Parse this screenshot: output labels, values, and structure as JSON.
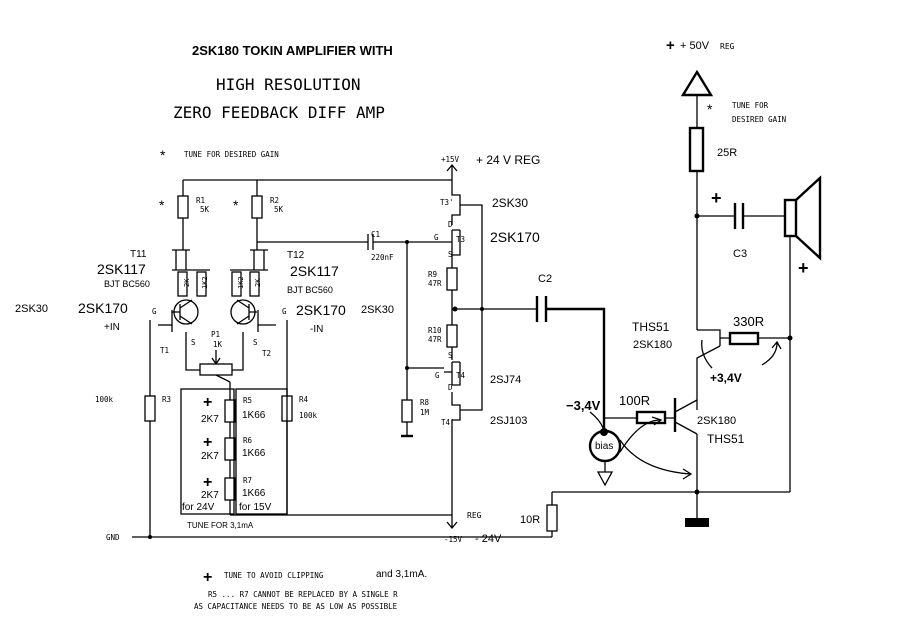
{
  "title": {
    "line1": "2SK180 TOKIN AMPLIFIER WITH",
    "line2": "HIGH RESOLUTION",
    "line3": "ZERO FEEDBACK DIFF AMP"
  },
  "notes": {
    "star_marker": "*",
    "tune_gain_left": "TUNE FOR DESIRED GAIN",
    "tune_gain_right_1": "TUNE FOR",
    "tune_gain_right_2": "DESIRED GAIN",
    "plus_marker": "+",
    "tune_clipping": "TUNE TO AVOID CLIPPING",
    "tune_clipping_hand": "and 3,1mA.",
    "footnote_1": "R5 ... R7 CANNOT BE REPLACED BY A SINGLE R",
    "footnote_2": "AS CAPACITANCE NEEDS TO BE AS LOW AS POSSIBLE",
    "tune_3ma": "TUNE FOR 3,1mA"
  },
  "rails": {
    "v50": "+ 50V",
    "v50_reg": "REG",
    "plus15": "+15V",
    "plus24reg": "+ 24 V REG",
    "minus15": "-15V",
    "minus24": "- 24V",
    "reg": "REG",
    "gnd": "GND"
  },
  "front_end": {
    "r1_name": "R1",
    "r1_val": "5K",
    "r2_name": "R2",
    "r2_val": "5K",
    "t11": "T11",
    "t11_type": "2SK117",
    "t11_bjt": "BJT BC560",
    "t12": "T12",
    "t12_type": "2SK117",
    "t12_bjt": "BJT BC560",
    "t1_type_left": "2SK30",
    "t1_type_hand": "2SK170",
    "t2_type_hand": "2SK170",
    "t2_type_right": "2SK30",
    "t1": "T1",
    "t2": "T2",
    "plus_in": "+IN",
    "minus_in": "-IN",
    "g": "G",
    "s": "S",
    "d": "D",
    "r2k": "2K",
    "r1k2": "1K2",
    "p1": "P1",
    "p1_val": "1K",
    "r3_name": "R3",
    "r3_val": "100k",
    "r4_name": "R4",
    "r4_val": "100k",
    "r5_name": "R5",
    "r5_val": "1K66",
    "r6_name": "R6",
    "r6_val": "1K66",
    "r7_name": "R7",
    "r7_val": "1K66",
    "r2k7_a": "2K7",
    "r2k7_b": "2K7",
    "r2k7_c": "2K7",
    "for24": "for 24V",
    "for15": "for 15V"
  },
  "driver": {
    "c1_name": "C1",
    "c1_val": "220nF",
    "t3p": "T3'",
    "t3p_type": "2SK30",
    "t3_type": "2SK170",
    "t3": "T3",
    "r9_name": "R9",
    "r9_val": "47R",
    "r10_name": "R10",
    "r10_val": "47R",
    "r8_name": "R8",
    "r8_val": "1M",
    "t4": "T4",
    "t4_type": "2SJ74",
    "t4p": "T4'",
    "t4p_type": "2SJ103"
  },
  "output_stage": {
    "c2": "C2",
    "c3": "C3",
    "r25": "25R",
    "r330": "330R",
    "r100": "100R",
    "r10": "10R",
    "bias": "bias",
    "ths51_top": "THS51",
    "sk180_top": "2SK180",
    "ths51_bot": "THS51",
    "sk180_bot": "2SK180",
    "v_pos": "+3,4V",
    "v_neg": "−3,4V",
    "c3_plus": "+",
    "spk_plus": "+"
  }
}
